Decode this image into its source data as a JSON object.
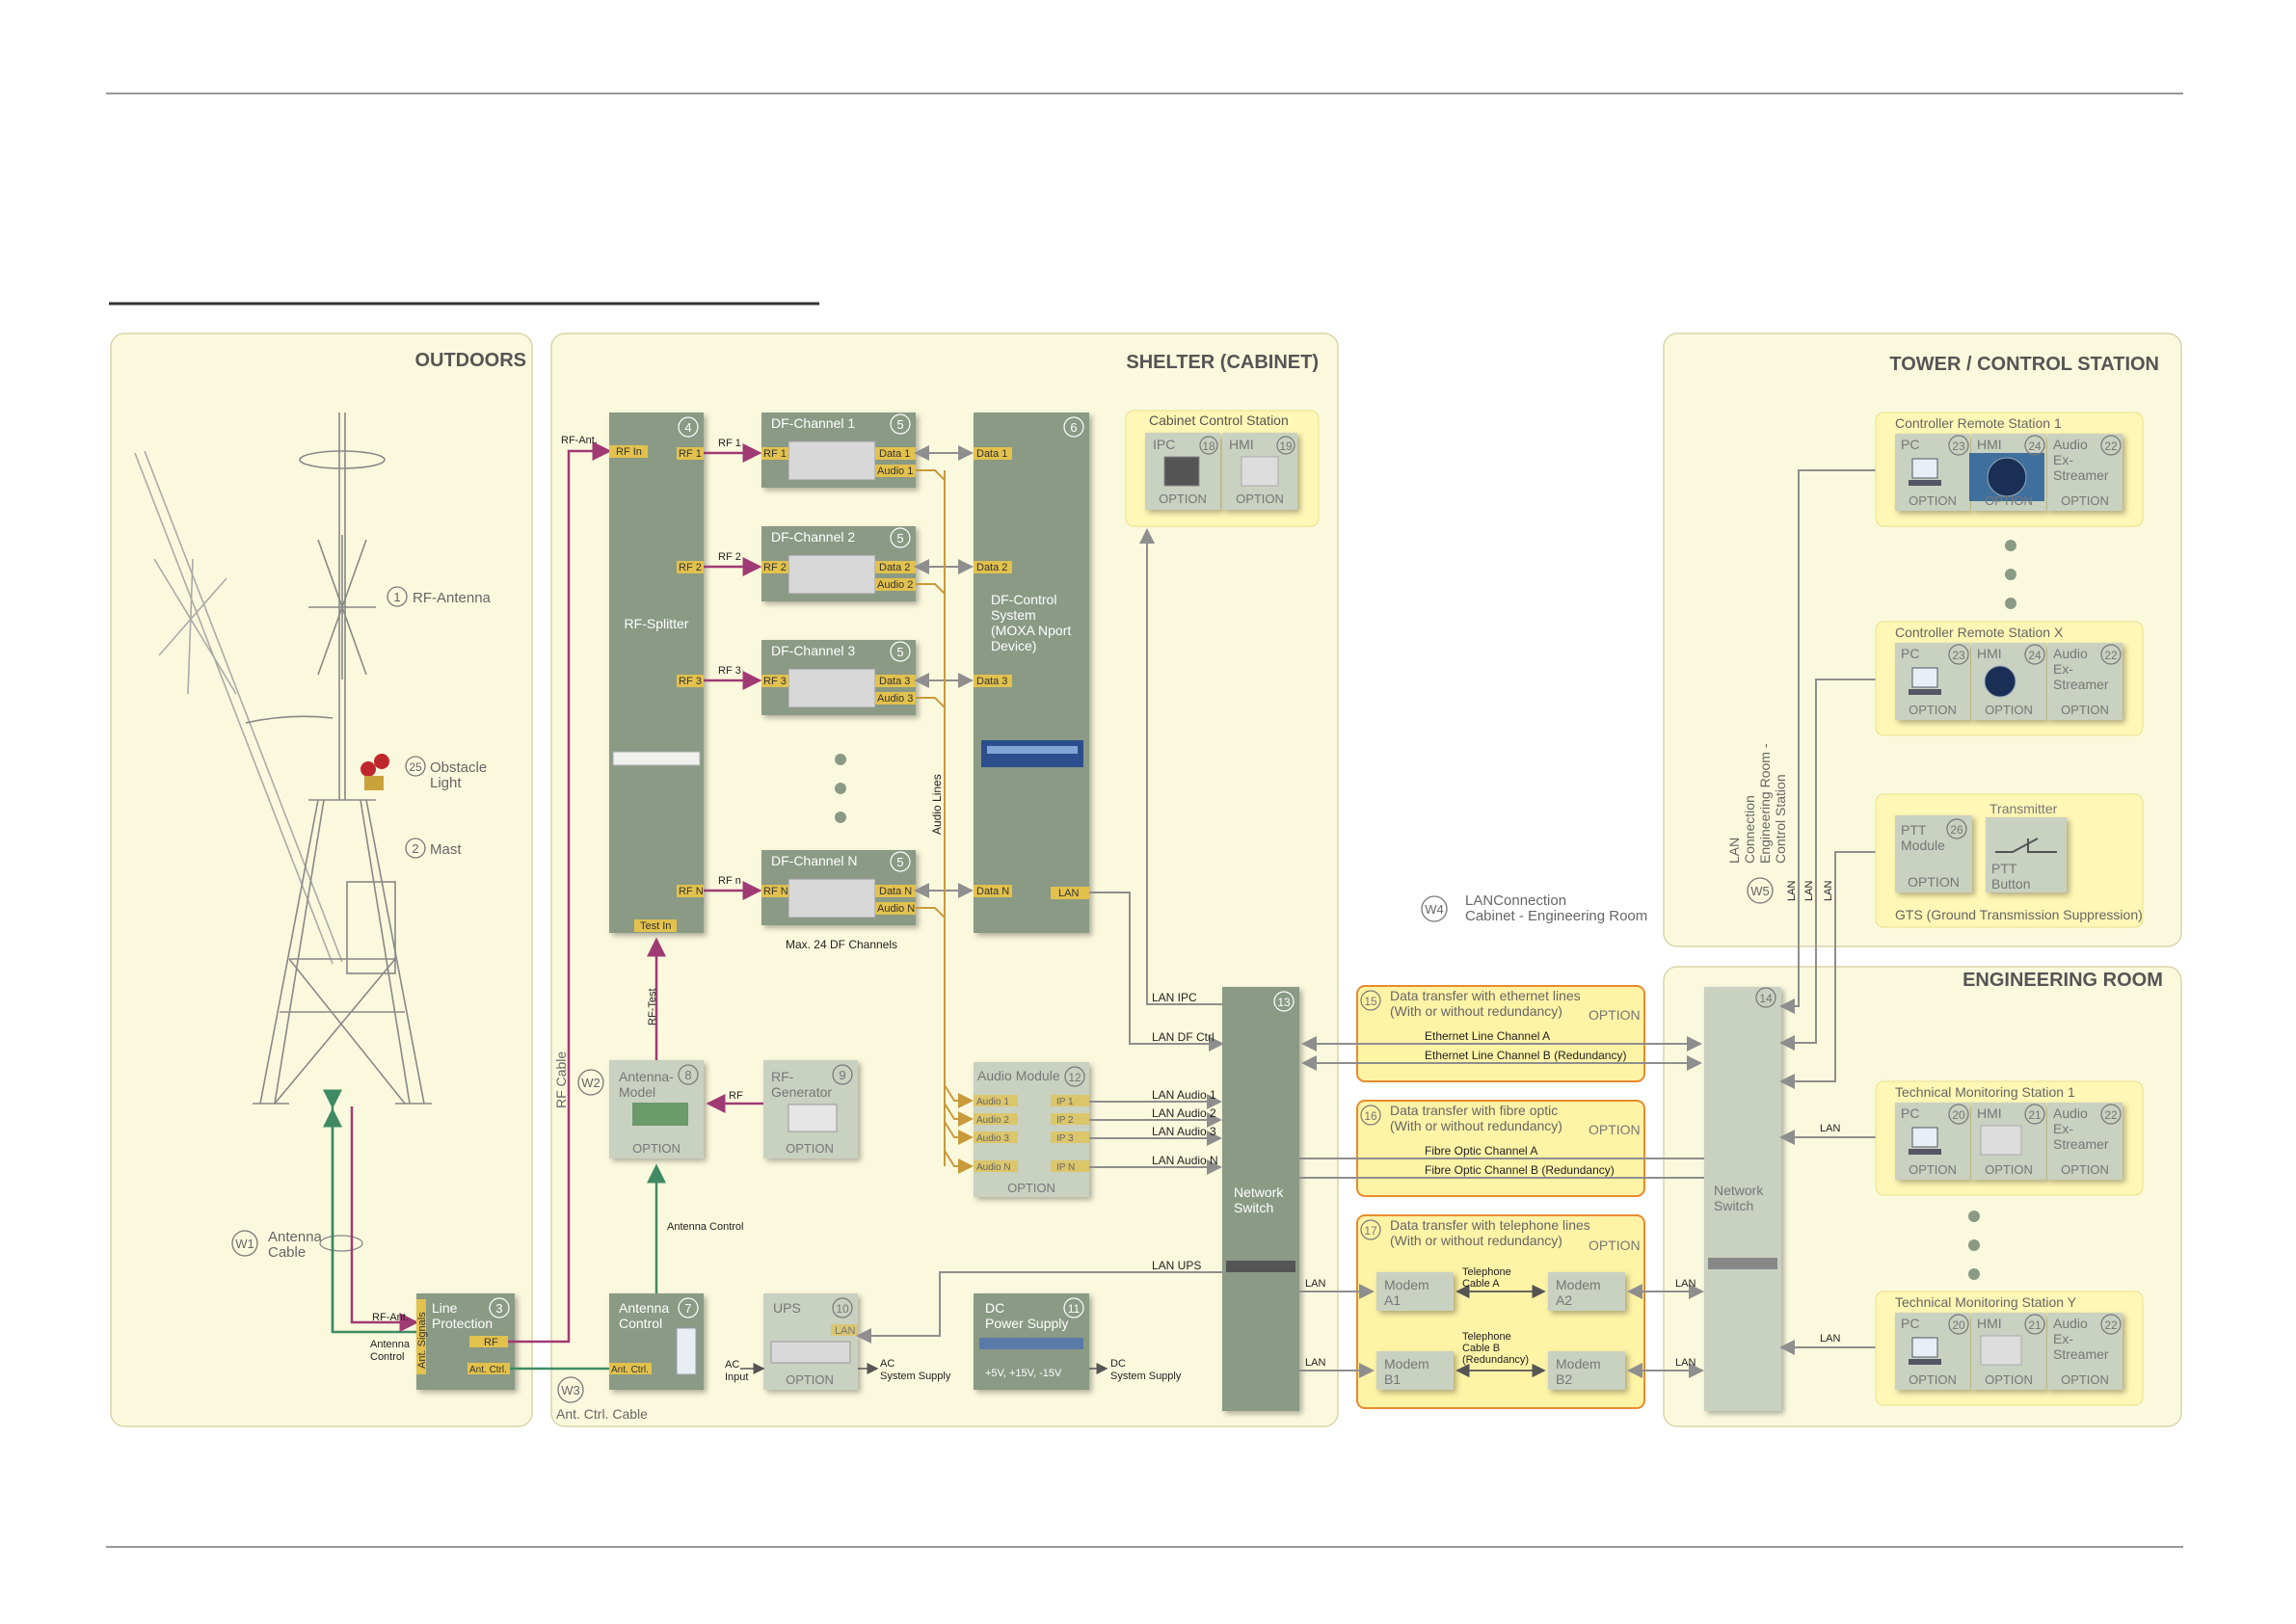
{
  "zones": {
    "outdoors": "OUTDOORS",
    "shelter": "SHELTER (CABINET)",
    "tower": "TOWER / CONTROL STATION",
    "engineering": "ENGINEERING ROOM"
  },
  "outdoors": {
    "rf_antenna": {
      "num": "1",
      "label": "RF-Antenna"
    },
    "mast": {
      "num": "2",
      "label": "Mast"
    },
    "obstacle": {
      "num": "25",
      "line1": "Obstacle",
      "line2": "Light"
    },
    "w1": {
      "num": "W1",
      "line1": "Antenna",
      "line2": "Cable"
    },
    "rf_ant": "RF-Ant.",
    "antenna_control_1": "Antenna",
    "antenna_control_2": "Control"
  },
  "line_protection": {
    "num": "3",
    "line1": "Line",
    "line2": "Protection",
    "ant_signals": "Ant. Signals",
    "rf": "RF",
    "ant_ctrl": "Ant. Ctrl."
  },
  "splitter": {
    "num": "4",
    "label": "RF-Splitter",
    "rf_in": "RF In",
    "test_in": "Test In",
    "outputs": [
      "RF 1",
      "RF 2",
      "RF 3",
      "RF N"
    ]
  },
  "cable_labels": {
    "rf_ant": "RF-Ant.",
    "rf_cable": "RF Cable",
    "rf_test": "RF-Test",
    "rf": "RF",
    "audio_lines": "Audio Lines",
    "antenna_control": "Antenna Control",
    "rf_links": [
      "RF 1",
      "RF 2",
      "RF 3",
      "RF n"
    ]
  },
  "df_channels": [
    {
      "num": "5",
      "title": "DF-Channel 1",
      "rf": "RF 1",
      "data": "Data 1",
      "audio": "Audio 1"
    },
    {
      "num": "5",
      "title": "DF-Channel 2",
      "rf": "RF 2",
      "data": "Data 2",
      "audio": "Audio 2"
    },
    {
      "num": "5",
      "title": "DF-Channel 3",
      "rf": "RF 3",
      "data": "Data 3",
      "audio": "Audio 3"
    },
    {
      "num": "5",
      "title": "DF-Channel N",
      "rf": "RF N",
      "data": "Data N",
      "audio": "Audio N"
    }
  ],
  "max_channels": "Max. 24 DF Channels",
  "df_control": {
    "num": "6",
    "line1": "DF-Control",
    "line2": "System",
    "line3": "(MOXA Nport",
    "line4": "Device)",
    "inputs": [
      "Data 1",
      "Data 2",
      "Data 3",
      "Data N"
    ],
    "lan": "LAN"
  },
  "cabinet_station": {
    "title": "Cabinet Control Station",
    "ipc": {
      "label": "IPC",
      "num": "18",
      "option": "OPTION"
    },
    "hmi": {
      "label": "HMI",
      "num": "19",
      "option": "OPTION"
    }
  },
  "antenna_model": {
    "num": "8",
    "line1": "Antenna-",
    "line2": "Model",
    "option": "OPTION"
  },
  "w2": "W2",
  "rf_generator": {
    "num": "9",
    "line1": "RF-",
    "line2": "Generator",
    "option": "OPTION"
  },
  "audio_module": {
    "num": "12",
    "title": "Audio Module",
    "inputs": [
      "Audio 1",
      "Audio 2",
      "Audio 3",
      "Audio N"
    ],
    "outputs": [
      "IP 1",
      "IP 2",
      "IP 3",
      "IP N"
    ],
    "option": "OPTION"
  },
  "antenna_control": {
    "num": "7",
    "line1": "Antenna",
    "line2": "Control",
    "port": "Ant. Ctrl."
  },
  "w3": {
    "num": "W3",
    "label": "Ant. Ctrl. Cable"
  },
  "ups": {
    "num": "10",
    "title": "UPS",
    "lan": "LAN",
    "option": "OPTION",
    "ac_input_1": "AC",
    "ac_input_2": "Input",
    "ac_sys_1": "AC",
    "ac_sys_2": "System Supply"
  },
  "dc_supply": {
    "num": "11",
    "line1": "DC",
    "line2": "Power Supply",
    "voltages": "+5V, +15V, -15V",
    "out_1": "DC",
    "out_2": "System Supply"
  },
  "network_switch_13": {
    "num": "13",
    "line1": "Network",
    "line2": "Switch"
  },
  "lan_labels": {
    "ipc": "LAN IPC",
    "df_ctrl": "LAN DF Ctrl",
    "audio": [
      "LAN Audio 1",
      "LAN Audio 2",
      "LAN Audio 3",
      "LAN Audio N"
    ],
    "ups": "LAN UPS",
    "lan": "LAN"
  },
  "w4": {
    "num": "W4",
    "line1": "LANConnection",
    "line2": "Cabinet - Engineering Room"
  },
  "transfer_ethernet": {
    "num": "15",
    "line1": "Data transfer with ethernet lines",
    "line2": "(With or without redundancy)",
    "option": "OPTION",
    "ch_a": "Ethernet Line Channel A",
    "ch_b": "Ethernet Line Channel B (Redundancy)"
  },
  "transfer_fibre": {
    "num": "16",
    "line1": "Data transfer with fibre optic",
    "line2": "(With or without redundancy)",
    "option": "OPTION",
    "ch_a": "Fibre Optic Channel A",
    "ch_b": "Fibre Optic Channel B (Redundancy)"
  },
  "transfer_phone": {
    "num": "17",
    "line1": "Data transfer with telephone lines",
    "line2": "(With or without redundancy)",
    "option": "OPTION",
    "modem_a1": [
      "Modem",
      "A1"
    ],
    "modem_a2": [
      "Modem",
      "A2"
    ],
    "modem_b1": [
      "Modem",
      "B1"
    ],
    "modem_b2": [
      "Modem",
      "B2"
    ],
    "cable_a": [
      "Telephone",
      "Cable A"
    ],
    "cable_b": [
      "Telephone",
      "Cable B",
      "(Redundancy)"
    ]
  },
  "network_switch_14": {
    "num": "14",
    "line1": "Network",
    "line2": "Switch"
  },
  "w5": {
    "num": "W5",
    "line1": "LAN",
    "line2": "Connection",
    "line3": "Engineering Room -",
    "line4": "Control Station"
  },
  "remote_stations": [
    {
      "title": "Controller Remote Station 1"
    },
    {
      "title": "Controller Remote Station X"
    }
  ],
  "tech_stations": [
    {
      "title": "Technical Monitoring Station 1"
    },
    {
      "title": "Technical Monitoring Station Y"
    }
  ],
  "station_cells": {
    "remote": [
      {
        "label": "PC",
        "num": "23"
      },
      {
        "label": "HMI",
        "num": "24"
      },
      {
        "label": "Audio",
        "num": "22",
        "l2": "Ex-",
        "l3": "Streamer"
      }
    ],
    "tech": [
      {
        "label": "PC",
        "num": "20"
      },
      {
        "label": "HMI",
        "num": "21"
      },
      {
        "label": "Audio",
        "num": "22",
        "l2": "Ex-",
        "l3": "Streamer"
      }
    ],
    "option": "OPTION"
  },
  "gts": {
    "num": "26",
    "module_1": "PTT",
    "module_2": "Module",
    "option": "OPTION",
    "transmitter": "Transmitter",
    "ptt_1": "PTT",
    "ptt_2": "Button",
    "caption": "GTS (Ground Transmission Suppression)"
  },
  "colors": {
    "zone_bg": "#fbf9dd",
    "box": "#8a9a85",
    "port": "#e2c14d",
    "rf_line": "#a03a75",
    "ctrl_line": "#3f8a63",
    "audio_line": "#c89a3a",
    "lan_line": "#8e8e8e",
    "option_bg": "#fff3a6",
    "option_border": "#e88b2d"
  }
}
